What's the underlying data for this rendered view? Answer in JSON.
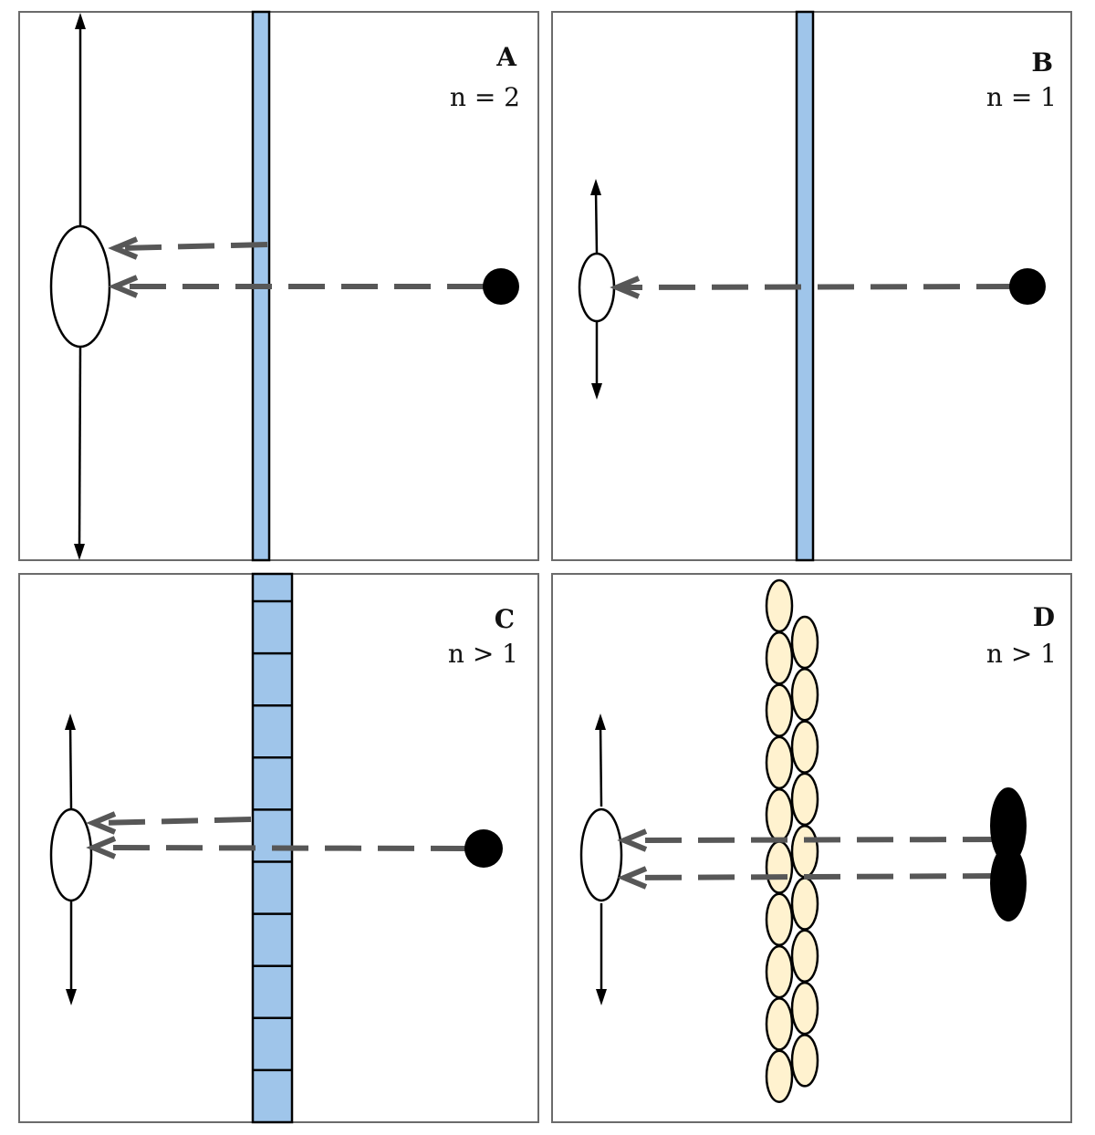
{
  "figure": {
    "panels": [
      {
        "id": "A",
        "letter": "A",
        "n_label": "n = 2",
        "medium": "uniform-slab",
        "ray_count": 2
      },
      {
        "id": "B",
        "letter": "B",
        "n_label": "n = 1",
        "medium": "uniform-slab",
        "ray_count": 1
      },
      {
        "id": "C",
        "letter": "C",
        "n_label": "n > 1",
        "medium": "segmented-slab",
        "ray_count": 2,
        "segments": 11
      },
      {
        "id": "D",
        "letter": "D",
        "n_label": "n > 1",
        "medium": "bead-columns",
        "ray_count": 2,
        "beads_left_column": 10,
        "beads_right_column": 9
      }
    ],
    "colors": {
      "slab": "#9fc5ea",
      "bead": "#fff2cf",
      "ray": "#575757",
      "frame": "#6b6b6b",
      "source": "#000000"
    }
  }
}
